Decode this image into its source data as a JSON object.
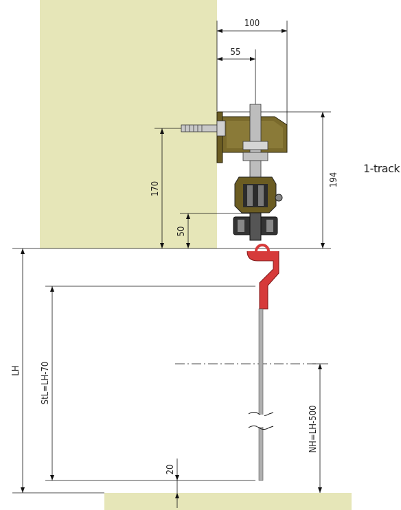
{
  "caption": "1-track",
  "dimensions": {
    "d100": "100",
    "d55": "55",
    "d194": "194",
    "d170": "170",
    "d50": "50",
    "lh": "LH",
    "stl": "StL=LH-70",
    "nh": "NH=LH-500",
    "d20": "20"
  },
  "colors": {
    "wall": "#e6e6b8",
    "floor": "#e6e6b8",
    "bracket": "#7a6a2c",
    "carriage": "#3a3a3a",
    "hook": "#d63a3a",
    "rod": "#9a9a9a"
  }
}
